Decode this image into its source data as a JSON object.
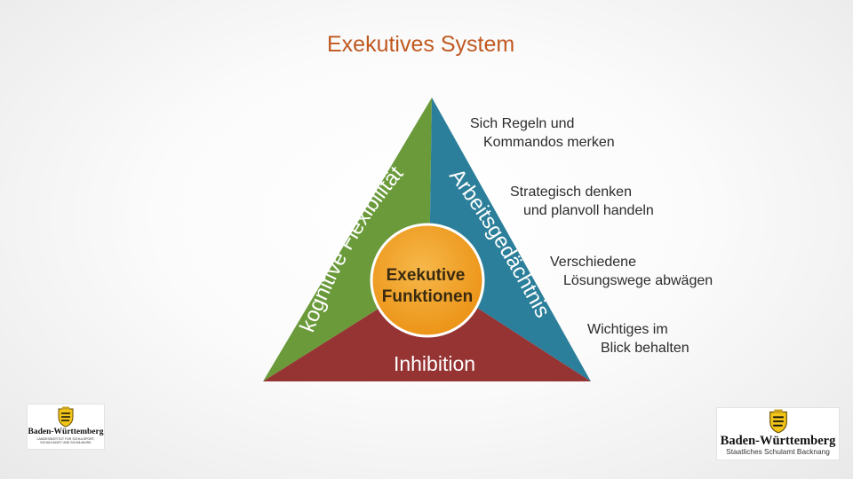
{
  "title": "Exekutives System",
  "diagram": {
    "center_line1": "Exekutive",
    "center_line2": "Funktionen",
    "left_segment": "kognitive Flexibilität",
    "right_segment": "Arbeitsgedächtnis",
    "bottom_segment": "Inhibition",
    "colors": {
      "left": "#6a9a3a",
      "right": "#2c7f9a",
      "bottom": "#963333",
      "center": "#f0a021"
    }
  },
  "notes": [
    {
      "line1": "Sich Regeln und",
      "line2": "Kommandos merken"
    },
    {
      "line1": "Strategisch denken",
      "line2": "und planvoll handeln"
    },
    {
      "line1": "Verschiedene",
      "line2": "Lösungswege abwägen"
    },
    {
      "line1": "Wichtiges im",
      "line2": "Blick behalten"
    }
  ],
  "logos": {
    "left": {
      "name": "Baden-Württemberg",
      "subline1": "LANDESINSTITUT FÜR SCHULSPORT,",
      "subline2": "SCHULKUNST UND SCHULMUSIK"
    },
    "right": {
      "name": "Baden-Württemberg",
      "subline": "Staatliches Schulamt Backnang"
    }
  }
}
